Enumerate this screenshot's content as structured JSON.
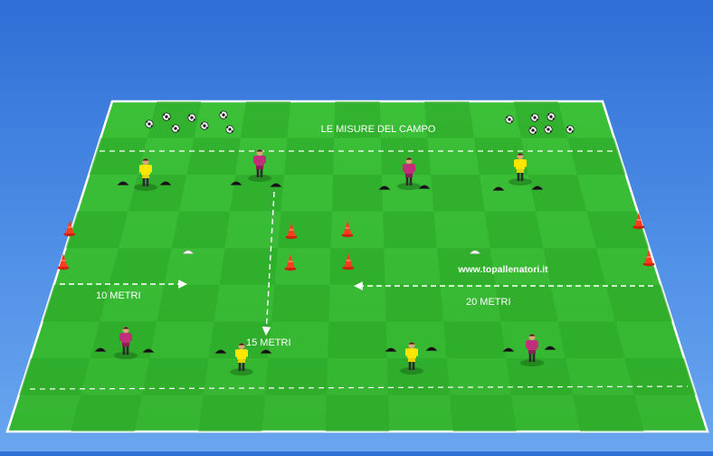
{
  "title": "LE MISURE DEL CAMPO",
  "website": "www.topallenatori.it",
  "labels": {
    "ten_meters": "10 METRI",
    "fifteen_meters": "15  METRI",
    "twenty_meters": "20 METRI"
  },
  "colors": {
    "field_light": "#3fc43a",
    "field_dark": "#2fae2c",
    "field_border": "#ffffff",
    "cone": "#ff3d1e",
    "player_yellow": "#ffe600",
    "player_pink": "#c0307a",
    "background": "#3a7ee0"
  },
  "icons": {
    "ball": "soccer-ball-icon",
    "cone": "traffic-cone-icon",
    "marker": "disc-marker-icon",
    "player": "player-icon"
  }
}
